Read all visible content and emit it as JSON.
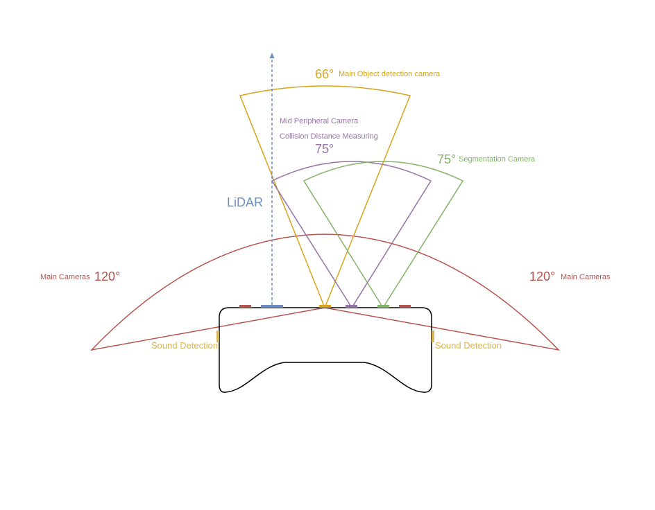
{
  "colors": {
    "main_cameras": "#b85450",
    "object_detection": "#d6a41b",
    "mid_peripheral": "#9673a6",
    "segmentation": "#82b366",
    "lidar": "#6c8ebf",
    "sound": "#d6b656",
    "vehicle": "#000000"
  },
  "labels": {
    "object_detection_angle": "66°",
    "object_detection_name": "Main Object detection camera",
    "mid_peripheral_name": "Mid Peripheral Camera",
    "collision_name": "Collision Distance Measuring",
    "mid_peripheral_angle": "75°",
    "segmentation_angle": "75°",
    "segmentation_name": "Segmentation Camera",
    "lidar": "LiDAR",
    "main_cameras_left": "Main Cameras",
    "main_cameras_left_angle": "120°",
    "main_cameras_right_angle": "120°",
    "main_cameras_right": "Main Cameras",
    "sound_left": "Sound Detection",
    "sound_right": "Sound Detection"
  }
}
